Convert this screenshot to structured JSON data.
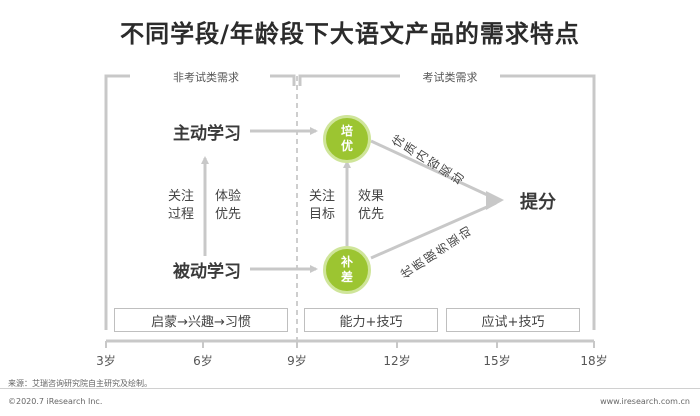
{
  "title": "不同学段/年龄段下大语文产品的需求特点",
  "sections": {
    "left": "非考试类需求",
    "right": "考试类需求"
  },
  "rows": {
    "top": "主动学习",
    "bottom": "被动学习"
  },
  "left_notes": {
    "a": "关注\n过程",
    "b": "体验\n优先"
  },
  "mid_notes": {
    "a": "关注\n目标",
    "b": "效果\n优先"
  },
  "circles": {
    "top": "培\n优",
    "bottom": "补\n差"
  },
  "paths": {
    "upper": "优质内容驱动",
    "lower": "优质服务驱动"
  },
  "outcome": "提分",
  "stages": [
    "启蒙→兴趣→习惯",
    "能力+技巧",
    "应试+技巧"
  ],
  "ages": [
    "3岁",
    "6岁",
    "9岁",
    "12岁",
    "15岁",
    "18岁"
  ],
  "source": "来源：艾瑞咨询研究院自主研究及绘制。",
  "copyright": "©2020.7 iResearch Inc.",
  "website": "www.iresearch.com.cn",
  "colors": {
    "accent_green": "#9cc531",
    "arrow_gray": "#c8c8c8"
  }
}
